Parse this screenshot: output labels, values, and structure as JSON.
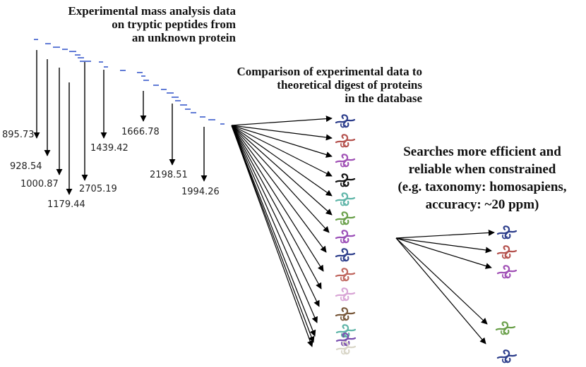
{
  "headings": {
    "experimental": [
      "Experimental mass analysis data",
      "on tryptic peptides from",
      "an unknown protein"
    ],
    "comparison": [
      "Comparison of experimental data to",
      "theoretical digest of proteins",
      "in the database"
    ],
    "constraint": [
      "Searches more efficient and",
      "reliable when constrained",
      "(e.g. taxonomy: homosapiens,",
      "accuracy: ~20 ppm)"
    ]
  },
  "masses": [
    "895.73",
    "928.54",
    "1000.87",
    "1179.44",
    "2705.19",
    "1439.42",
    "1666.78",
    "2198.51",
    "1994.26"
  ],
  "colors": {
    "spectrum": "#3b5bcc",
    "arrow": "#000000",
    "database_proteins": [
      "#2e3f8c",
      "#b5534f",
      "#a050b5",
      "#111111",
      "#5fb5a8",
      "#6aa04a",
      "#9b4fb8",
      "#2e3f8c",
      "#c0675f",
      "#d9a6d6",
      "#7a5a3c",
      "#5fb5a8",
      "#7a4fb0",
      "#d9d6c8"
    ],
    "constrained_proteins": [
      "#2e3f8c",
      "#b5534f",
      "#a050b5",
      "#6aa04a",
      "#2e3f8c"
    ]
  },
  "icons": {
    "protein": "protein-knot-icon",
    "arrow": "arrow-icon"
  }
}
